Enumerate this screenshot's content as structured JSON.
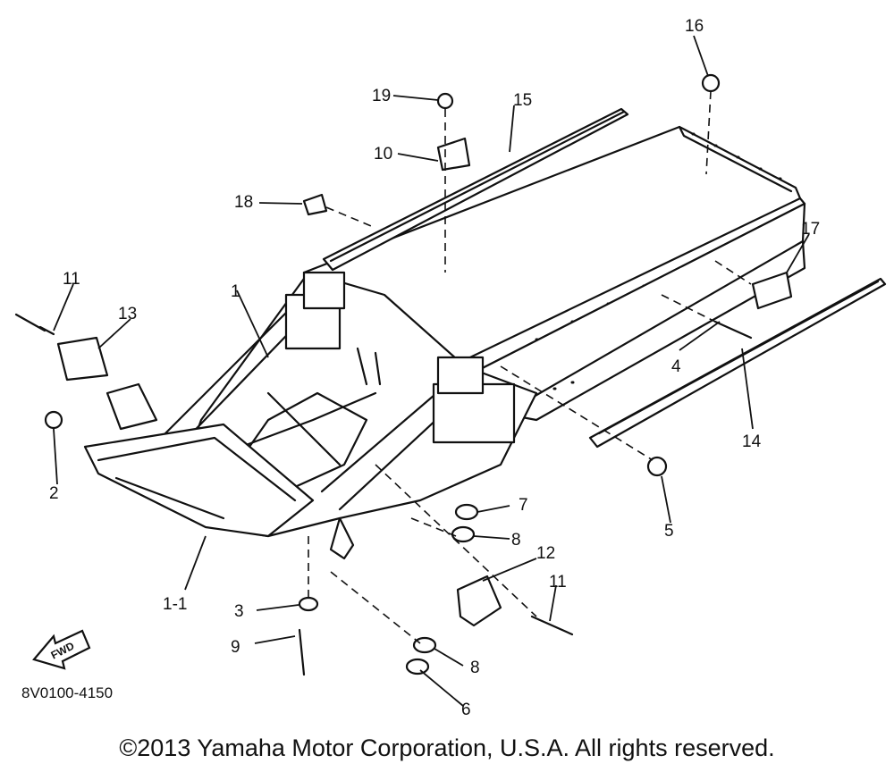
{
  "diagram": {
    "callouts": [
      "16",
      "19",
      "15",
      "10",
      "18",
      "17",
      "11",
      "13",
      "1",
      "4",
      "14",
      "2",
      "7",
      "5",
      "8",
      "12",
      "1-1",
      "3",
      "11",
      "9",
      "8",
      "6"
    ],
    "fwd_label": "FWD",
    "part_code": "8V0100-4150",
    "copyright": "©2013 Yamaha Motor Corporation, U.S.A. All rights reserved."
  },
  "colors": {
    "ink": "#111111",
    "background": "#ffffff"
  }
}
